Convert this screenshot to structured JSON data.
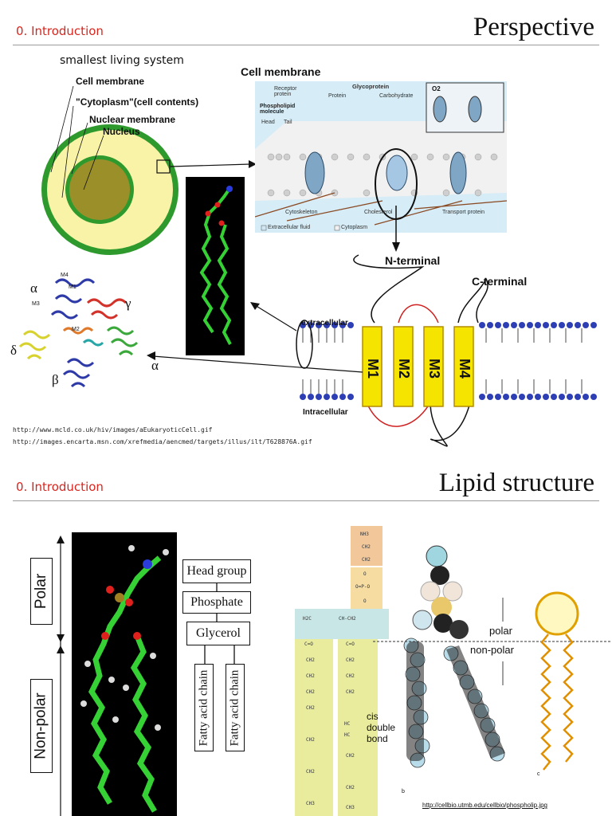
{
  "slide1": {
    "section": "0. Introduction",
    "title": "Perspective",
    "cell_caption": "smallest living system",
    "cell_labels": [
      "Cell membrane",
      "\"Cytoplasm\"(cell contents)",
      "Nuclear membrane",
      "Nucleus"
    ],
    "membrane_title": "Cell membrane",
    "membrane_labels": {
      "receptor": "Receptor protein",
      "glycoprotein": "Glycoprotein",
      "protein": "Protein",
      "carbohydrate": "Carbohydrate",
      "phospholipid": "Phospholipid molecule",
      "head": "Head",
      "tail": "Tail",
      "cytoskeleton": "Cytoskeleton",
      "cholesterol": "Cholesterol",
      "transport": "Transport protein",
      "extracellular_fluid": "Extracellular fluid",
      "cytoplasm": "Cytoplasm",
      "o2": "O2"
    },
    "receptor_labels": {
      "n_terminal": "N-terminal",
      "c_terminal": "C-terminal",
      "extracellular": "extracellular",
      "intracellular": "Intracellular",
      "segments": [
        "M1",
        "M2",
        "M3",
        "M4"
      ]
    },
    "subunit_labels": {
      "alpha1": "α",
      "alpha2": "α",
      "gamma": "γ",
      "delta": "δ",
      "beta": "β",
      "m4": "M4",
      "m1": "M1",
      "m3": "M3",
      "m2": "M2"
    },
    "urls": [
      "http://www.mcld.co.uk/hiv/images/aEukaryoticCell.gif",
      "http://images.encarta.msn.com/xrefmedia/aencmed/targets/illus/ilt/T628876A.gif"
    ]
  },
  "slide2": {
    "section": "0. Introduction",
    "title": "Lipid structure",
    "polar": "Polar",
    "nonpolar": "Non-polar",
    "boxes": {
      "head_group": "Head group",
      "phosphate": "Phosphate",
      "glycerol": "Glycerol",
      "fatty_acid_1": "Fatty acid chain",
      "fatty_acid_2": "Fatty acid chain"
    },
    "model_labels": {
      "polar": "polar",
      "nonpolar": "non-polar",
      "cis": "cis",
      "double": "double",
      "bond": "bond",
      "b": "b",
      "c": "c"
    },
    "url": "http://cellbio.utmb.edu/cellbio/phospholip.jpg"
  },
  "colors": {
    "section_red": "#d7261e",
    "cell_green": "#2e9a2e",
    "cytoplasm_yellow": "#f8f3a6",
    "nucleus": "#9b8f2a",
    "segment_yellow": "#f5e400",
    "bond_green": "#35d135",
    "lipid_head_blue": "#2a3cdb"
  }
}
